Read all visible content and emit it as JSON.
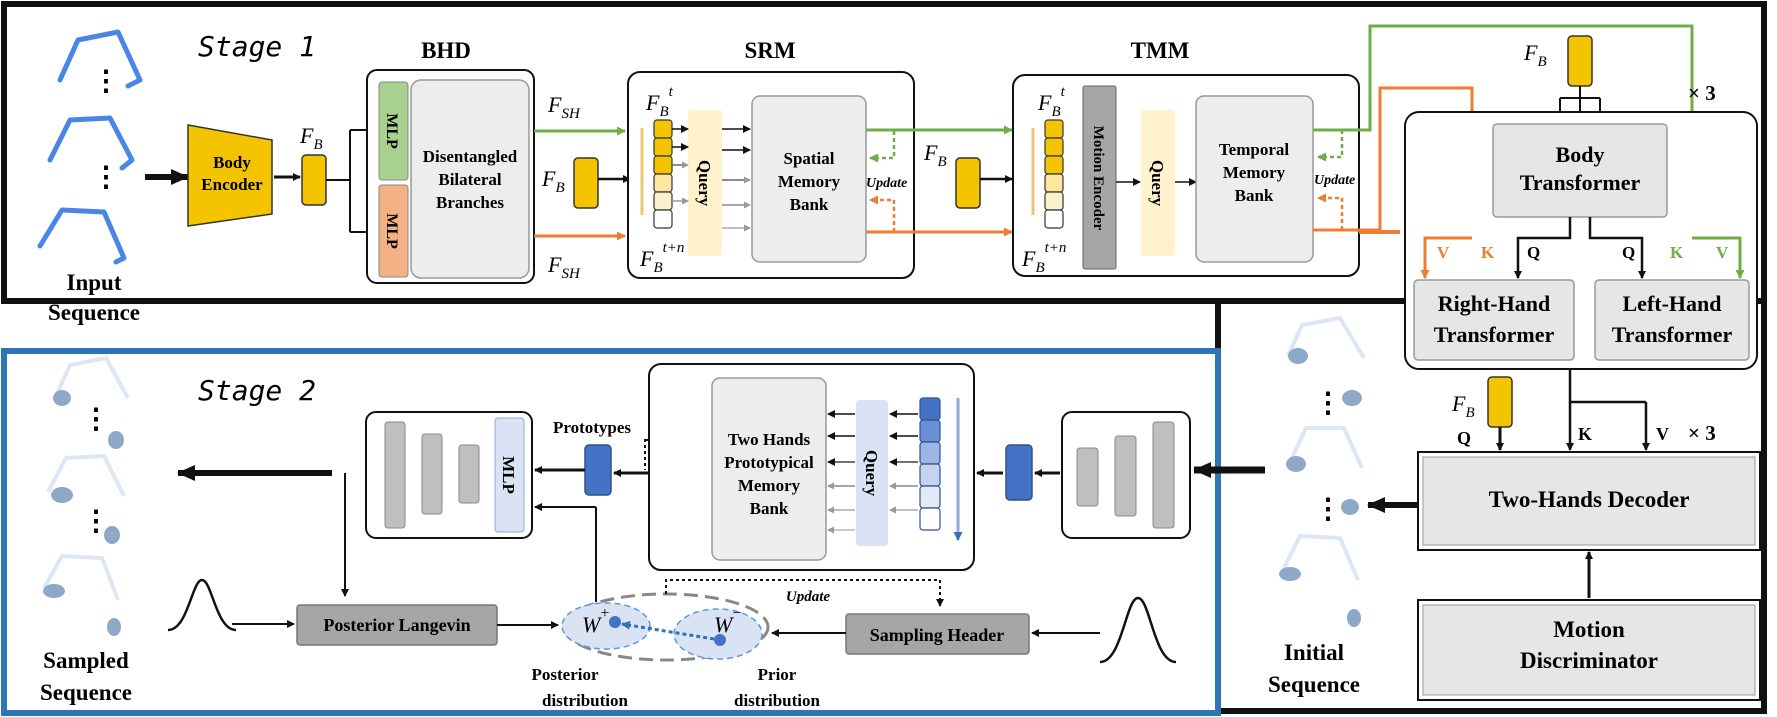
{
  "stage1": {
    "title": "Stage 1",
    "input_label_1": "Input",
    "input_label_2": "Sequence",
    "body_encoder_1": "Body",
    "body_encoder_2": "Encoder",
    "fb": "F",
    "fb_sub": "B",
    "fsh": "F",
    "fsh_sub": "SH",
    "bhd": {
      "title": "BHD",
      "mlp": "MLP",
      "branches_1": "Disentangled",
      "branches_2": "Bilateral",
      "branches_3": "Branches"
    },
    "srm": {
      "title": "SRM",
      "query": "Query",
      "bank_1": "Spatial",
      "bank_2": "Memory",
      "bank_3": "Bank",
      "update": "Update",
      "t_sup": "t",
      "tn_sup": "t+n"
    },
    "tmm": {
      "title": "TMM",
      "motion_encoder": "Motion Encoder",
      "query": "Query",
      "bank_1": "Temporal",
      "bank_2": "Memory",
      "bank_3": "Bank",
      "update": "Update"
    },
    "transformers": {
      "repeat": "× 3",
      "body_1": "Body",
      "body_2": "Transformer",
      "right_1": "Right-Hand",
      "right_2": "Transformer",
      "left_1": "Left-Hand",
      "left_2": "Transformer",
      "v": "V",
      "k": "K",
      "q": "Q"
    }
  },
  "stage2": {
    "title": "Stage 2",
    "sampled_1": "Sampled",
    "sampled_2": "Sequence",
    "initial_1": "Initial",
    "initial_2": "Sequence",
    "prototypes": "Prototypes",
    "update": "Update",
    "mlp": "MLP",
    "bank_1": "Two Hands",
    "bank_2": "Prototypical",
    "bank_3": "Memory",
    "bank_4": "Bank",
    "query": "Query",
    "posterior_langevin": "Posterior Langevin",
    "sampling_header": "Sampling Header",
    "w": "W",
    "w_plus": "+",
    "w_minus": "−",
    "posterior_1": "Posterior",
    "posterior_2": "distribution",
    "prior_1": "Prior",
    "prior_2": "distribution",
    "decoder": "Two-Hands Decoder",
    "decoder_repeat": "× 3",
    "q": "Q",
    "k": "K",
    "v": "V",
    "discriminator_1": "Motion",
    "discriminator_2": "Discriminator"
  },
  "colors": {
    "gold": "#F5C400",
    "green_stream": "#70AD47",
    "orange_stream": "#ED7D31",
    "blue_stream": "#2E75B6",
    "mlp_green": "#A9D18E",
    "mlp_orange": "#F4B183",
    "query_fill": "#FFF2CC",
    "stage2_border": "#2E75B6",
    "dark_blue_token": "#4472C4"
  },
  "icons": [
    "skeleton-hand-icon",
    "gaussian-curve-icon"
  ]
}
